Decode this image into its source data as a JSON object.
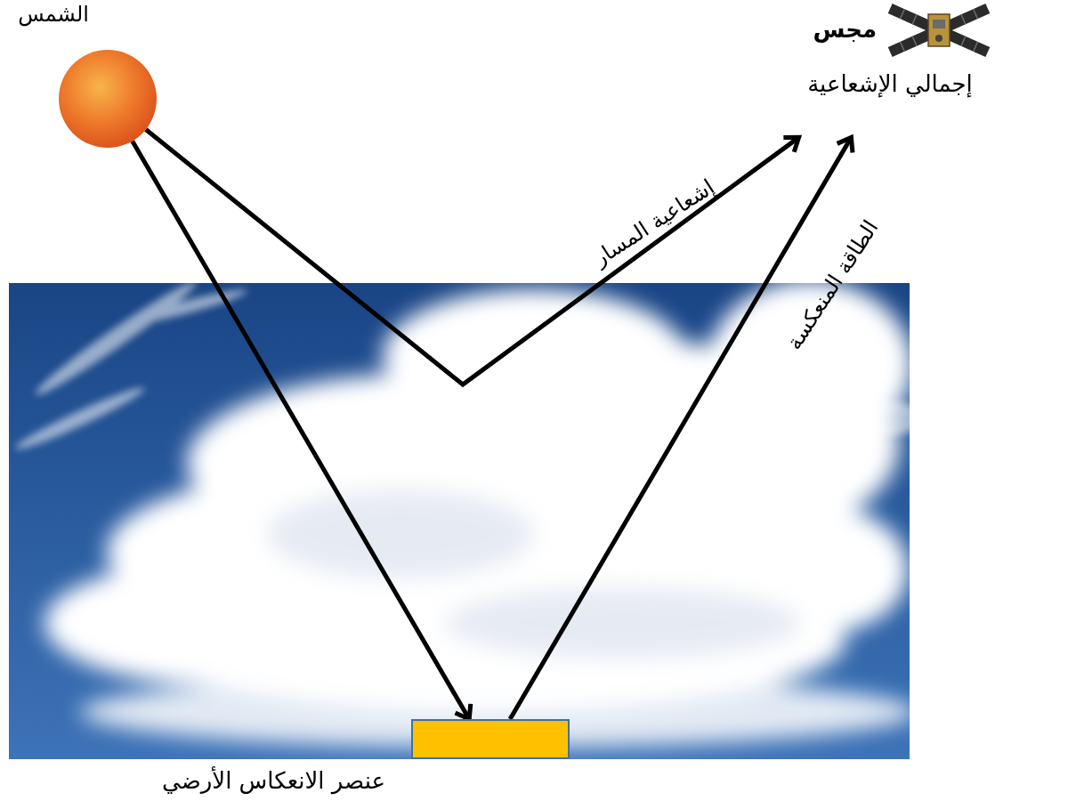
{
  "diagram": {
    "nodes": [
      {
        "text": [
          "الشمس"
        ]
      },
      {
        "text": [
          "مجس",
          "إجمالي الإشعاعية"
        ]
      },
      {
        "text": [
          "عنصر الانعكاس الأرضي"
        ]
      }
    ],
    "edges": [
      {
        "from": 0,
        "to": 2,
        "arrow": "to"
      },
      {
        "from": 0,
        "to": 1,
        "label": "إشعاعية المسار",
        "arrow": "to"
      },
      {
        "from": 2,
        "to": 1,
        "label": "الطاقة المنعكسة",
        "arrow": "to"
      }
    ]
  }
}
